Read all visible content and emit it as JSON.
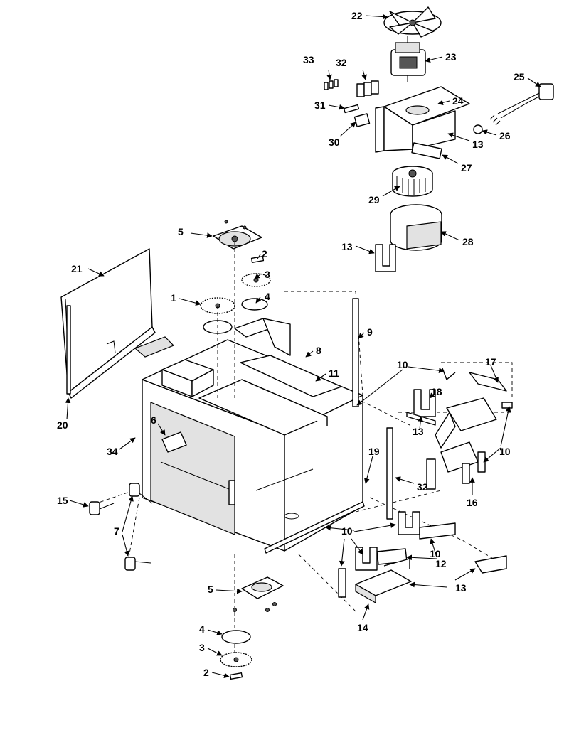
{
  "callouts": {
    "c1": "1",
    "c2a": "2",
    "c2b": "2",
    "c3a": "3",
    "c3b": "3",
    "c4a": "4",
    "c4b": "4",
    "c5a": "5",
    "c5b": "5",
    "c6": "6",
    "c7": "7",
    "c8": "8",
    "c9": "9",
    "c10a": "10",
    "c10b": "10",
    "c10c": "10",
    "c10d": "10",
    "c11": "11",
    "c12": "12",
    "c13a": "13",
    "c13b": "13",
    "c13c": "13",
    "c13d": "13",
    "c14": "14",
    "c15": "15",
    "c16": "16",
    "c17": "17",
    "c18": "18",
    "c19": "19",
    "c20": "20",
    "c21": "21",
    "c22": "22",
    "c23": "23",
    "c24": "24",
    "c25": "25",
    "c26": "26",
    "c27": "27",
    "c28": "28",
    "c29": "29",
    "c30": "30",
    "c31": "31",
    "c32a": "32",
    "c32b": "32",
    "c33": "33",
    "c34": "34"
  }
}
